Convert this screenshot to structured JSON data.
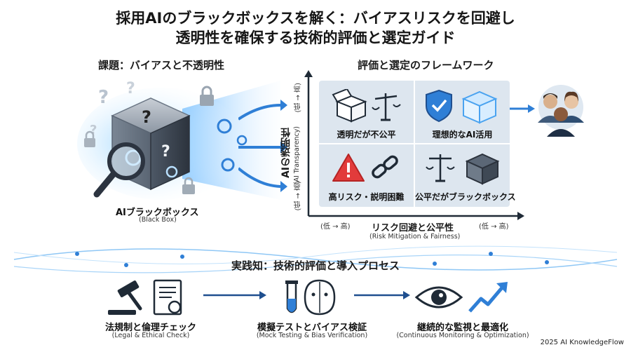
{
  "title": {
    "line1": "採用AIのブラックボックスを解く：バイアスリスクを回避し",
    "line2": "透明性を確保する技術的評価と選定ガイド"
  },
  "challenge": {
    "heading": "課題：バイアスと不透明性",
    "box_label": "AIブラックボックス",
    "box_sub": "(Black Box)"
  },
  "framework": {
    "heading": "評価と選定のフレームワーク",
    "y_axis": {
      "label": "AIの透明性",
      "sub": "(AI Transparency)",
      "top_tick": "(低 → 高)",
      "bottom_tick": "(低 → 高)"
    },
    "x_axis": {
      "label": "リスク回避と公平性",
      "sub": "(Risk Mitigation & Fairness)",
      "left_tick": "(低 → 高)",
      "right_tick": "(低 → 高)"
    },
    "quadrants": {
      "top_left": "透明だが不公平",
      "top_right": "理想的なAI活用",
      "bottom_left": "高リスク・説明困難",
      "bottom_right": "公平だがブラックボックス"
    }
  },
  "process": {
    "heading": "実践知：技術的評価と導入プロセス",
    "steps": [
      {
        "label": "法規制と倫理チェック",
        "sub": "(Legal & Ethical Check)"
      },
      {
        "label": "模擬テストとバイアス検証",
        "sub": "(Mock Testing & Bias Verification)"
      },
      {
        "label": "継続的な監視と最適化",
        "sub": "(Continuous Monitoring & Optimization)"
      }
    ]
  },
  "footer": "2025 AI KnowledgeFlow",
  "colors": {
    "accent_blue": "#2f7fd6",
    "dark_blue": "#1f4f8f",
    "warning_red": "#e23b3b",
    "grid_bg": "#dde6ef"
  }
}
